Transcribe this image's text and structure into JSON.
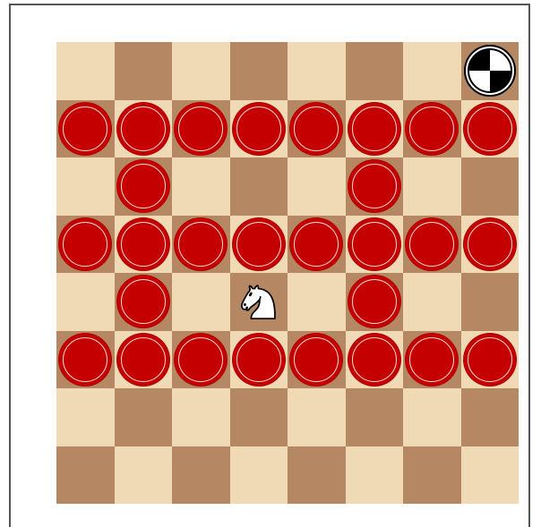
{
  "board": {
    "rows": 8,
    "cols": 8,
    "colors": {
      "light_square": "#f0d9b5",
      "dark_square": "#b58863",
      "disc_fill": "#c40000",
      "disc_ring": "#ffdede",
      "frame_border": "#555555"
    },
    "grid": [
      [
        "",
        "",
        "",
        "",
        "",
        "",
        "",
        "target"
      ],
      [
        "disc",
        "disc",
        "disc",
        "disc",
        "disc",
        "disc",
        "disc",
        "disc"
      ],
      [
        "",
        "disc",
        "",
        "",
        "",
        "disc",
        "",
        ""
      ],
      [
        "disc",
        "disc",
        "disc",
        "disc",
        "disc",
        "disc",
        "disc",
        "disc"
      ],
      [
        "",
        "disc",
        "",
        "knight",
        "",
        "disc",
        "",
        ""
      ],
      [
        "disc",
        "disc",
        "disc",
        "disc",
        "disc",
        "disc",
        "disc",
        "disc"
      ],
      [
        "",
        "",
        "",
        "",
        "",
        "",
        "",
        ""
      ],
      [
        "",
        "",
        "",
        "",
        "",
        "",
        "",
        ""
      ]
    ]
  },
  "pieces": {
    "knight": {
      "icon": "white-knight-icon",
      "color": "white"
    },
    "target": {
      "icon": "quartered-circle-target-icon"
    },
    "disc": {
      "icon": "red-disc-icon"
    }
  }
}
